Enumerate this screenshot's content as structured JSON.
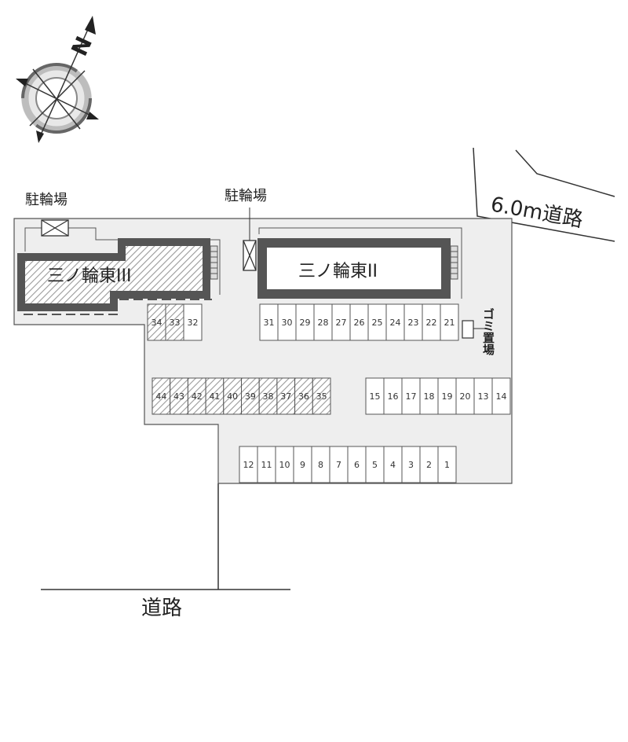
{
  "compass": {
    "north_label": "N",
    "icon": "compass-rose-icon"
  },
  "roads": {
    "east": "6.0m道路",
    "south": "道路"
  },
  "buildings": {
    "west": "三ノ輪東III",
    "east": "三ノ輪東II"
  },
  "bike_parking": {
    "west": "駐輪場",
    "center": "駐輪場"
  },
  "garbage": "ゴミ置場",
  "parking": {
    "row_a": [
      "31",
      "30",
      "29",
      "28",
      "27",
      "26",
      "25",
      "24",
      "23",
      "22",
      "21"
    ],
    "row_b": [
      "34",
      "33",
      "32"
    ],
    "row_b_hatched": [
      "34",
      "33"
    ],
    "row_c": [
      "44",
      "43",
      "42",
      "41",
      "40",
      "39",
      "38",
      "37",
      "36",
      "35"
    ],
    "row_d": [
      "15",
      "16",
      "17",
      "18",
      "19",
      "20",
      "13",
      "14"
    ],
    "row_e": [
      "12",
      "11",
      "10",
      "9",
      "8",
      "7",
      "6",
      "5",
      "4",
      "3",
      "2",
      "1"
    ]
  },
  "colors": {
    "lot_fill": "#eeeeee",
    "building_border": "#444444",
    "hatch": "#999999"
  }
}
